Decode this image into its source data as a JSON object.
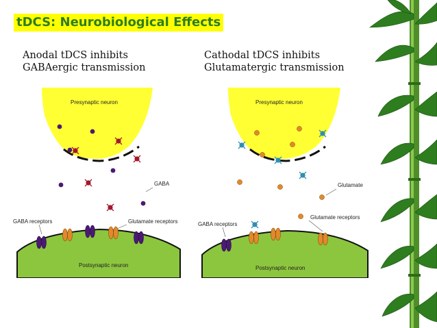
{
  "title": "tDCS: Neurobiological Effects",
  "left": {
    "caption_line1": "Anodal tDCS inhibits",
    "caption_line2": "GABAergic transmission",
    "presynaptic": "Presynaptic neuron",
    "postsynaptic": "Postsynaptic neuron",
    "transmitter": "GABA",
    "receptor_a": "GABA receptors",
    "receptor_b": "Glutamate receptors"
  },
  "right": {
    "caption_line1": "Cathodal tDCS inhibits",
    "caption_line2": "Glutamatergic transmission",
    "presynaptic": "Presynaptic neuron",
    "postsynaptic": "Postsynaptic neuron",
    "transmitter": "Glutamate",
    "receptor_a": "GABA receptors",
    "receptor_b": "Glutamate receptors"
  },
  "colors": {
    "title_bg": "#ffff00",
    "title_text": "#2e7d1f",
    "presynaptic_fill": "#ffff33",
    "postsynaptic_fill": "#8cc63f",
    "gaba_dot": "#4b1a73",
    "glutamate_dot": "#e08a2c",
    "blocked_gaba": "#a3192e",
    "blocked_glutamate": "#2f8fb0"
  }
}
